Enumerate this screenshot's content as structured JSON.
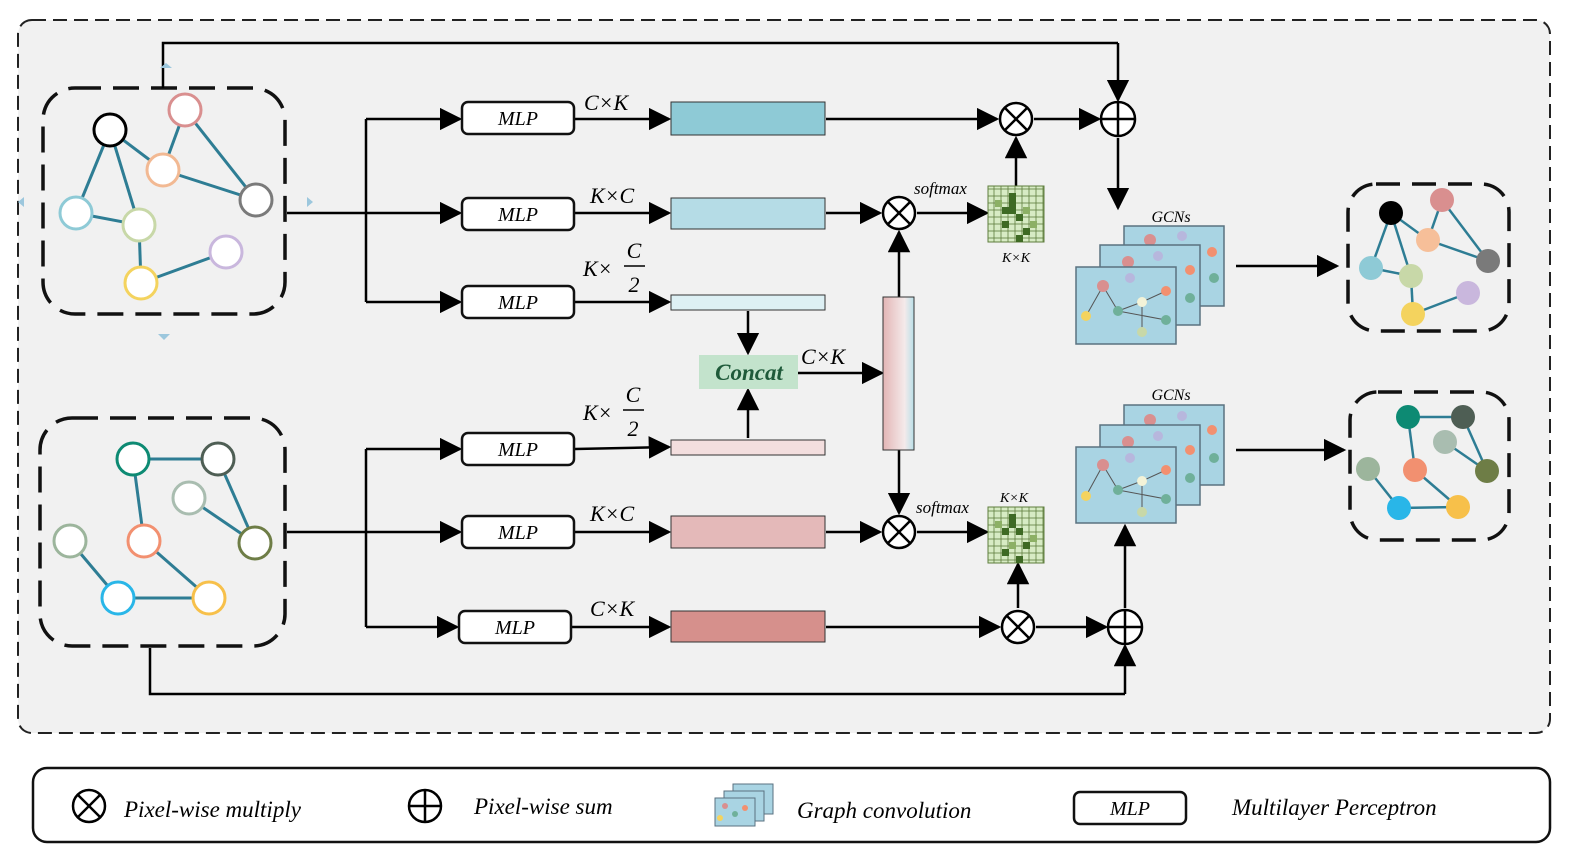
{
  "mlp_label": "MLP",
  "concat_label": "Concat",
  "softmax_label": "softmax",
  "gcns_label": "GCNs",
  "dims": {
    "top_row1": "C×K",
    "top_row2": "K×C",
    "top_row3_prefix": "K×",
    "frac_num": "C",
    "frac_den": "2",
    "bot_row1_prefix": "K×",
    "bot_row2": "K×C",
    "bot_row3": "C×K",
    "concat_out": "C×K",
    "kk_top": "K×K",
    "kk_bottom": "K×K"
  },
  "legend": {
    "multiply": "Pixel-wise multiply",
    "sum": "Pixel-wise sum",
    "graph_conv": "Graph convolution",
    "mlp_box": "MLP",
    "mlp_desc": "Multilayer Perceptron"
  },
  "colors": {
    "edge": "#2e7d94",
    "top_feat1": "#8ecad6",
    "top_feat2": "#b5dce6",
    "top_feat3": "#ddf0f4",
    "bot_feat1": "#f3dede",
    "bot_feat2": "#e4b9b9",
    "bot_feat3": "#d6908c",
    "concat_bg": "#c3e3cc",
    "panel_bg": "#f1f1f1"
  }
}
